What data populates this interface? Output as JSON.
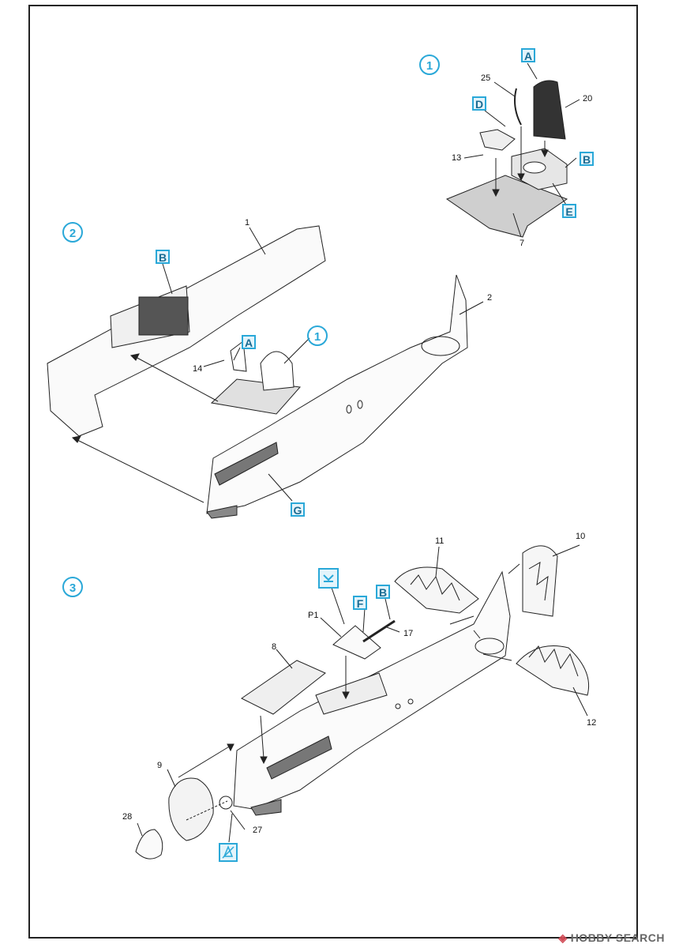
{
  "steps": [
    {
      "id": "step-1",
      "label": "1"
    },
    {
      "id": "step-2",
      "label": "2"
    },
    {
      "id": "step-3",
      "label": "3"
    }
  ],
  "step1": {
    "letters": {
      "A": "A",
      "D": "D",
      "B": "B",
      "E": "E"
    },
    "parts": {
      "p25": "25",
      "p20": "20",
      "p13": "13",
      "p7": "7"
    }
  },
  "step2": {
    "letters": {
      "B": "B",
      "A": "A",
      "G": "G"
    },
    "parts": {
      "p1": "1",
      "p2": "2",
      "p14": "14"
    },
    "subassembly": "1"
  },
  "step3": {
    "letters": {
      "F": "F",
      "B": "B"
    },
    "parts": {
      "p11": "11",
      "p10": "10",
      "pP1": "P1",
      "p17": "17",
      "p8": "8",
      "p12": "12",
      "p9": "9",
      "p28": "28",
      "p27": "27"
    },
    "icons": [
      "clear-part-icon",
      "glue-icon"
    ]
  },
  "watermark": {
    "text": "HOBBY SEARCH",
    "mark": "◈"
  },
  "colors": {
    "accent": "#2aa8d8",
    "panel_fill": "#e3f4fb",
    "dark_part": "#333333",
    "floor_gray": "#cfcfcf"
  }
}
